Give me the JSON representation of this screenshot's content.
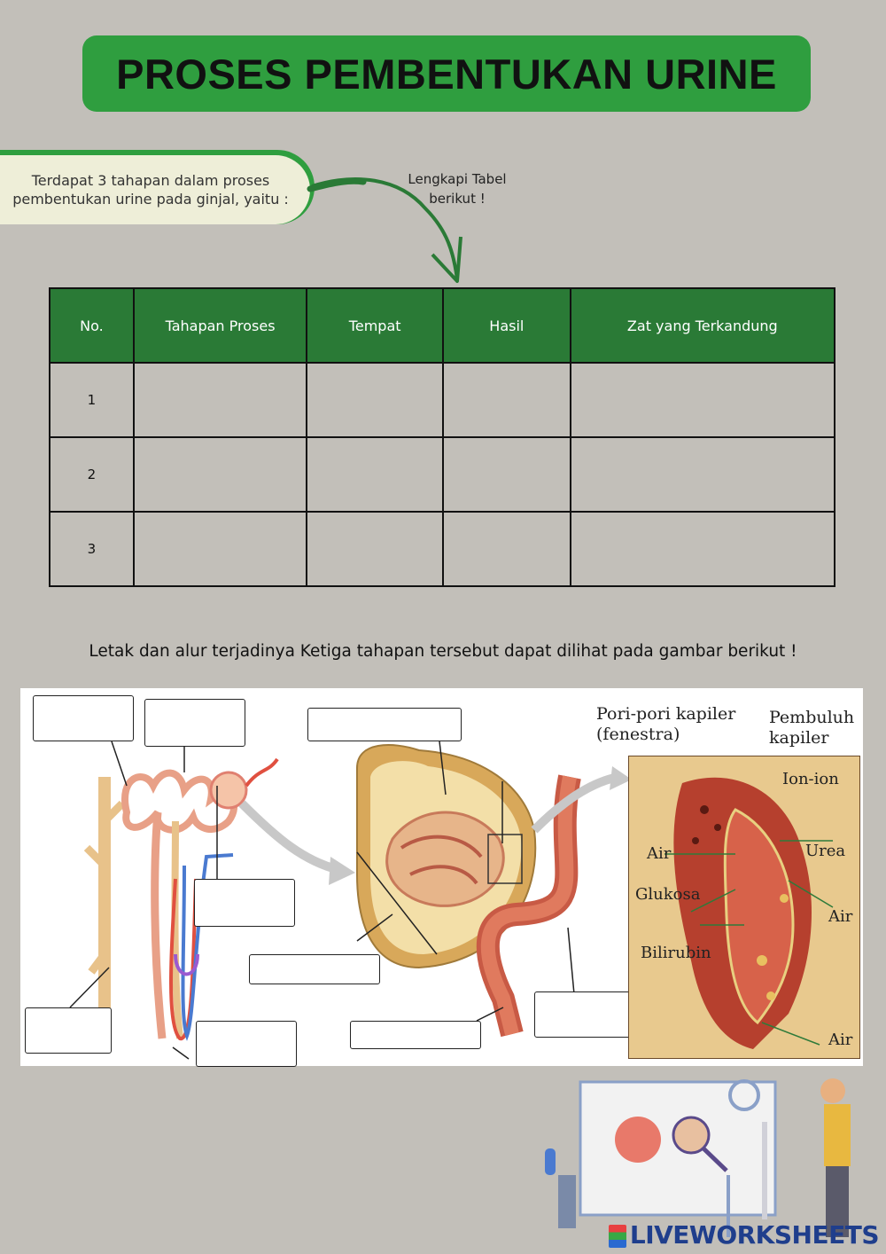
{
  "title": "PROSES PEMBENTUKAN URINE",
  "intro": {
    "line1": "Terdapat 3 tahapan dalam proses",
    "line2": "pembentukan urine pada ginjal, yaitu :"
  },
  "hint": {
    "line1": "Lengkapi Tabel",
    "line2": "berikut !"
  },
  "table": {
    "headers": [
      "No.",
      "Tahapan Proses",
      "Tempat",
      "Hasil",
      "Zat yang Terkandung"
    ],
    "rows": [
      "1",
      "2",
      "3"
    ]
  },
  "caption": "Letak dan alur terjadinya Ketiga tahapan tersebut dapat dilihat pada gambar berikut !",
  "diagram": {
    "labels": {
      "pori_line1": "Pori-pori kapiler",
      "pori_line2": "(fenestra)",
      "pembuluh_line1": "Pembuluh",
      "pembuluh_line2": "kapiler",
      "ion": "Ion-ion",
      "air_left": "Air",
      "urea": "Urea",
      "glukosa": "Glukosa",
      "air_right": "Air",
      "bilirubin": "Bilirubin",
      "air_bottom": "Air"
    }
  },
  "footer": {
    "brand": "LIVEWORKSHEETS"
  },
  "colors": {
    "title_green": "#2f9e3f",
    "header_green": "#2a7a36",
    "background": "#c2bfb9"
  }
}
